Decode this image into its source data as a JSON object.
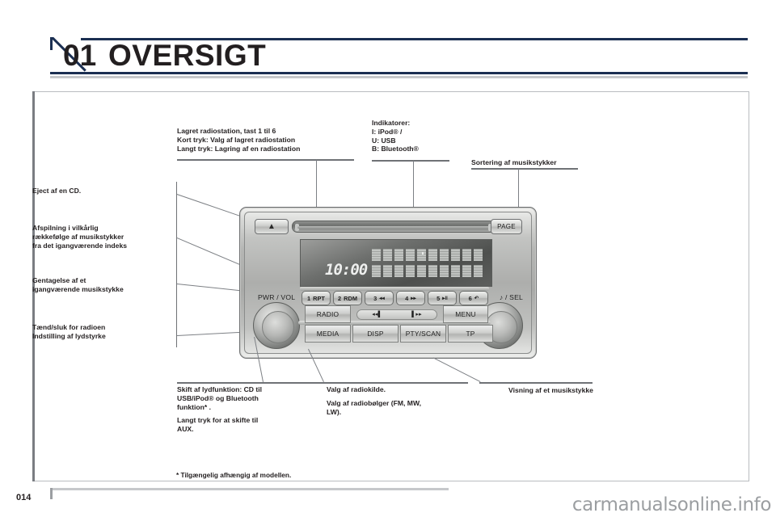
{
  "header": {
    "chapter_number": "01",
    "title": "OVERSIGT"
  },
  "callouts": {
    "presets": {
      "line1": "Lagret radiostation, tast 1 til 6",
      "line2": "Kort tryk: Valg af lagret radiostation",
      "line3": "Langt tryk: Lagring af en radiostation"
    },
    "indicators": {
      "line1": "Indikatorer:",
      "line2": "I: iPod® /",
      "line3": "U: USB",
      "line4": "B: Bluetooth®"
    },
    "sorting": {
      "line1": "Sortering af musikstykker"
    },
    "eject": {
      "line1": "Eject af en CD."
    },
    "random": {
      "line1": "Afspilning i vilkårlig",
      "line2": "rækkefølge af musikstykker",
      "line3": "fra det igangværende indeks"
    },
    "repeat": {
      "line1": "Gentagelse af et",
      "line2": "igangværende musikstykke"
    },
    "power": {
      "line1": "Tænd/sluk for radioen",
      "line2": "Indstilling af lydstyrke"
    },
    "media": {
      "line1": "Skift af lydfunktion: CD til",
      "line2": "USB/iPod® og Bluetooth",
      "line3": "funktion* .",
      "line4": "Langt tryk for at skifte til",
      "line5": "AUX."
    },
    "radio": {
      "line1": "Valg af radiokilde.",
      "line2": "Valg af radiobølger (FM, MW,",
      "line3": "LW)."
    },
    "disp": {
      "line1": "Visning af et musikstykke"
    }
  },
  "radio_unit": {
    "eject_icon": "▲",
    "page_button": "PAGE",
    "display": {
      "clock": "10:00",
      "char_cell_rows": 2,
      "char_cells_per_row": 10
    },
    "presets": [
      {
        "number": "1",
        "label": "RPT",
        "symbol": ""
      },
      {
        "number": "2",
        "label": "RDM",
        "symbol": ""
      },
      {
        "number": "3",
        "label": "",
        "symbol": "◂◂"
      },
      {
        "number": "4",
        "label": "",
        "symbol": "▸▸"
      },
      {
        "number": "5",
        "label": "",
        "symbol": "▸‖"
      },
      {
        "number": "6",
        "label": "",
        "symbol": "↶"
      }
    ],
    "left_knob_label": "PWR / VOL",
    "right_knob_label": "♪ / SEL",
    "buttons_row1": [
      "RADIO",
      "MENU"
    ],
    "seek_prev": "◂◂▌",
    "seek_next": "▌▸▸",
    "buttons_row2": [
      "MEDIA",
      "DISP",
      "PTY/SCAN",
      "TP"
    ]
  },
  "footer": {
    "footnote": "* Tilgængelig afhængig af modellen.",
    "page_number": "014",
    "watermark": "carmanualsonline.info"
  },
  "colors": {
    "accent_navy": "#1b2f52",
    "text": "#231f20",
    "rule_gray": "#6f7276",
    "watermark_gray": "#9b9ea1"
  }
}
